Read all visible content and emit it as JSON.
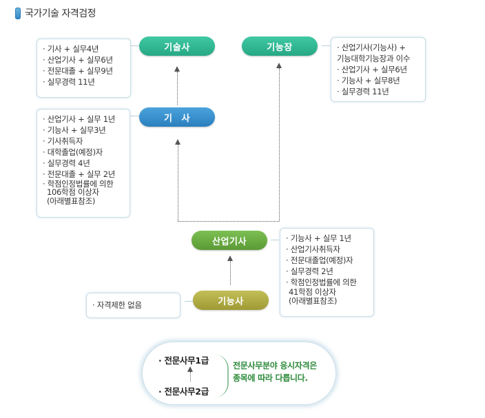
{
  "title": "국가기술 자격검정",
  "nodes": {
    "gisulsa": {
      "label": "기술사",
      "color": "#2fb893"
    },
    "ginungjang": {
      "label": "기능장",
      "color": "#2fb893"
    },
    "gisa": {
      "label": "기 사",
      "color": "#3a8fcd"
    },
    "saneopgisa": {
      "label": "산업기사",
      "color": "#6aad44"
    },
    "ginungsa": {
      "label": "기능사",
      "color": "#b0ac45"
    }
  },
  "requirements": {
    "gisulsa": [
      "· 기사 + 실무4년",
      "· 산업기사 + 실무6년",
      "· 전문대졸 + 실무9년",
      "· 실무경력 11년"
    ],
    "ginungjang": [
      "· 산업기사(기능사) +",
      "기능대학기능장과 이수",
      "· 산업기사 + 실무6년",
      "· 기능사 + 실무8년",
      "· 실무경력 11년"
    ],
    "gisa": [
      "· 산업기사 + 실무 1년",
      "· 기능사 + 실무3년",
      "· 기사취득자",
      "· 대학졸업(예정)자",
      "· 실무경력 4년",
      "· 전문대졸 + 실무 2년",
      "· 학점인정법률에 의한",
      " 106학점 이상자",
      " (아래별표참조)"
    ],
    "saneopgisa": [
      "· 기능사 + 실무 1년",
      "· 산업기사취득자",
      "· 전문대졸업(예정)자",
      "· 실무경력 2년",
      "· 학점인정법률에 의한",
      " 41학점 이상자",
      " (아래별표참조)"
    ],
    "ginungsa": [
      "· 자격제한 없음"
    ]
  },
  "bottom": {
    "top_item": "· 전문사무1급",
    "bottom_item": "· 전문사무2급",
    "note_line1": "전문사무분야 응시자격은",
    "note_line2": "종목에 따라 다릅니다.",
    "note_color": "#2d8a3a"
  }
}
